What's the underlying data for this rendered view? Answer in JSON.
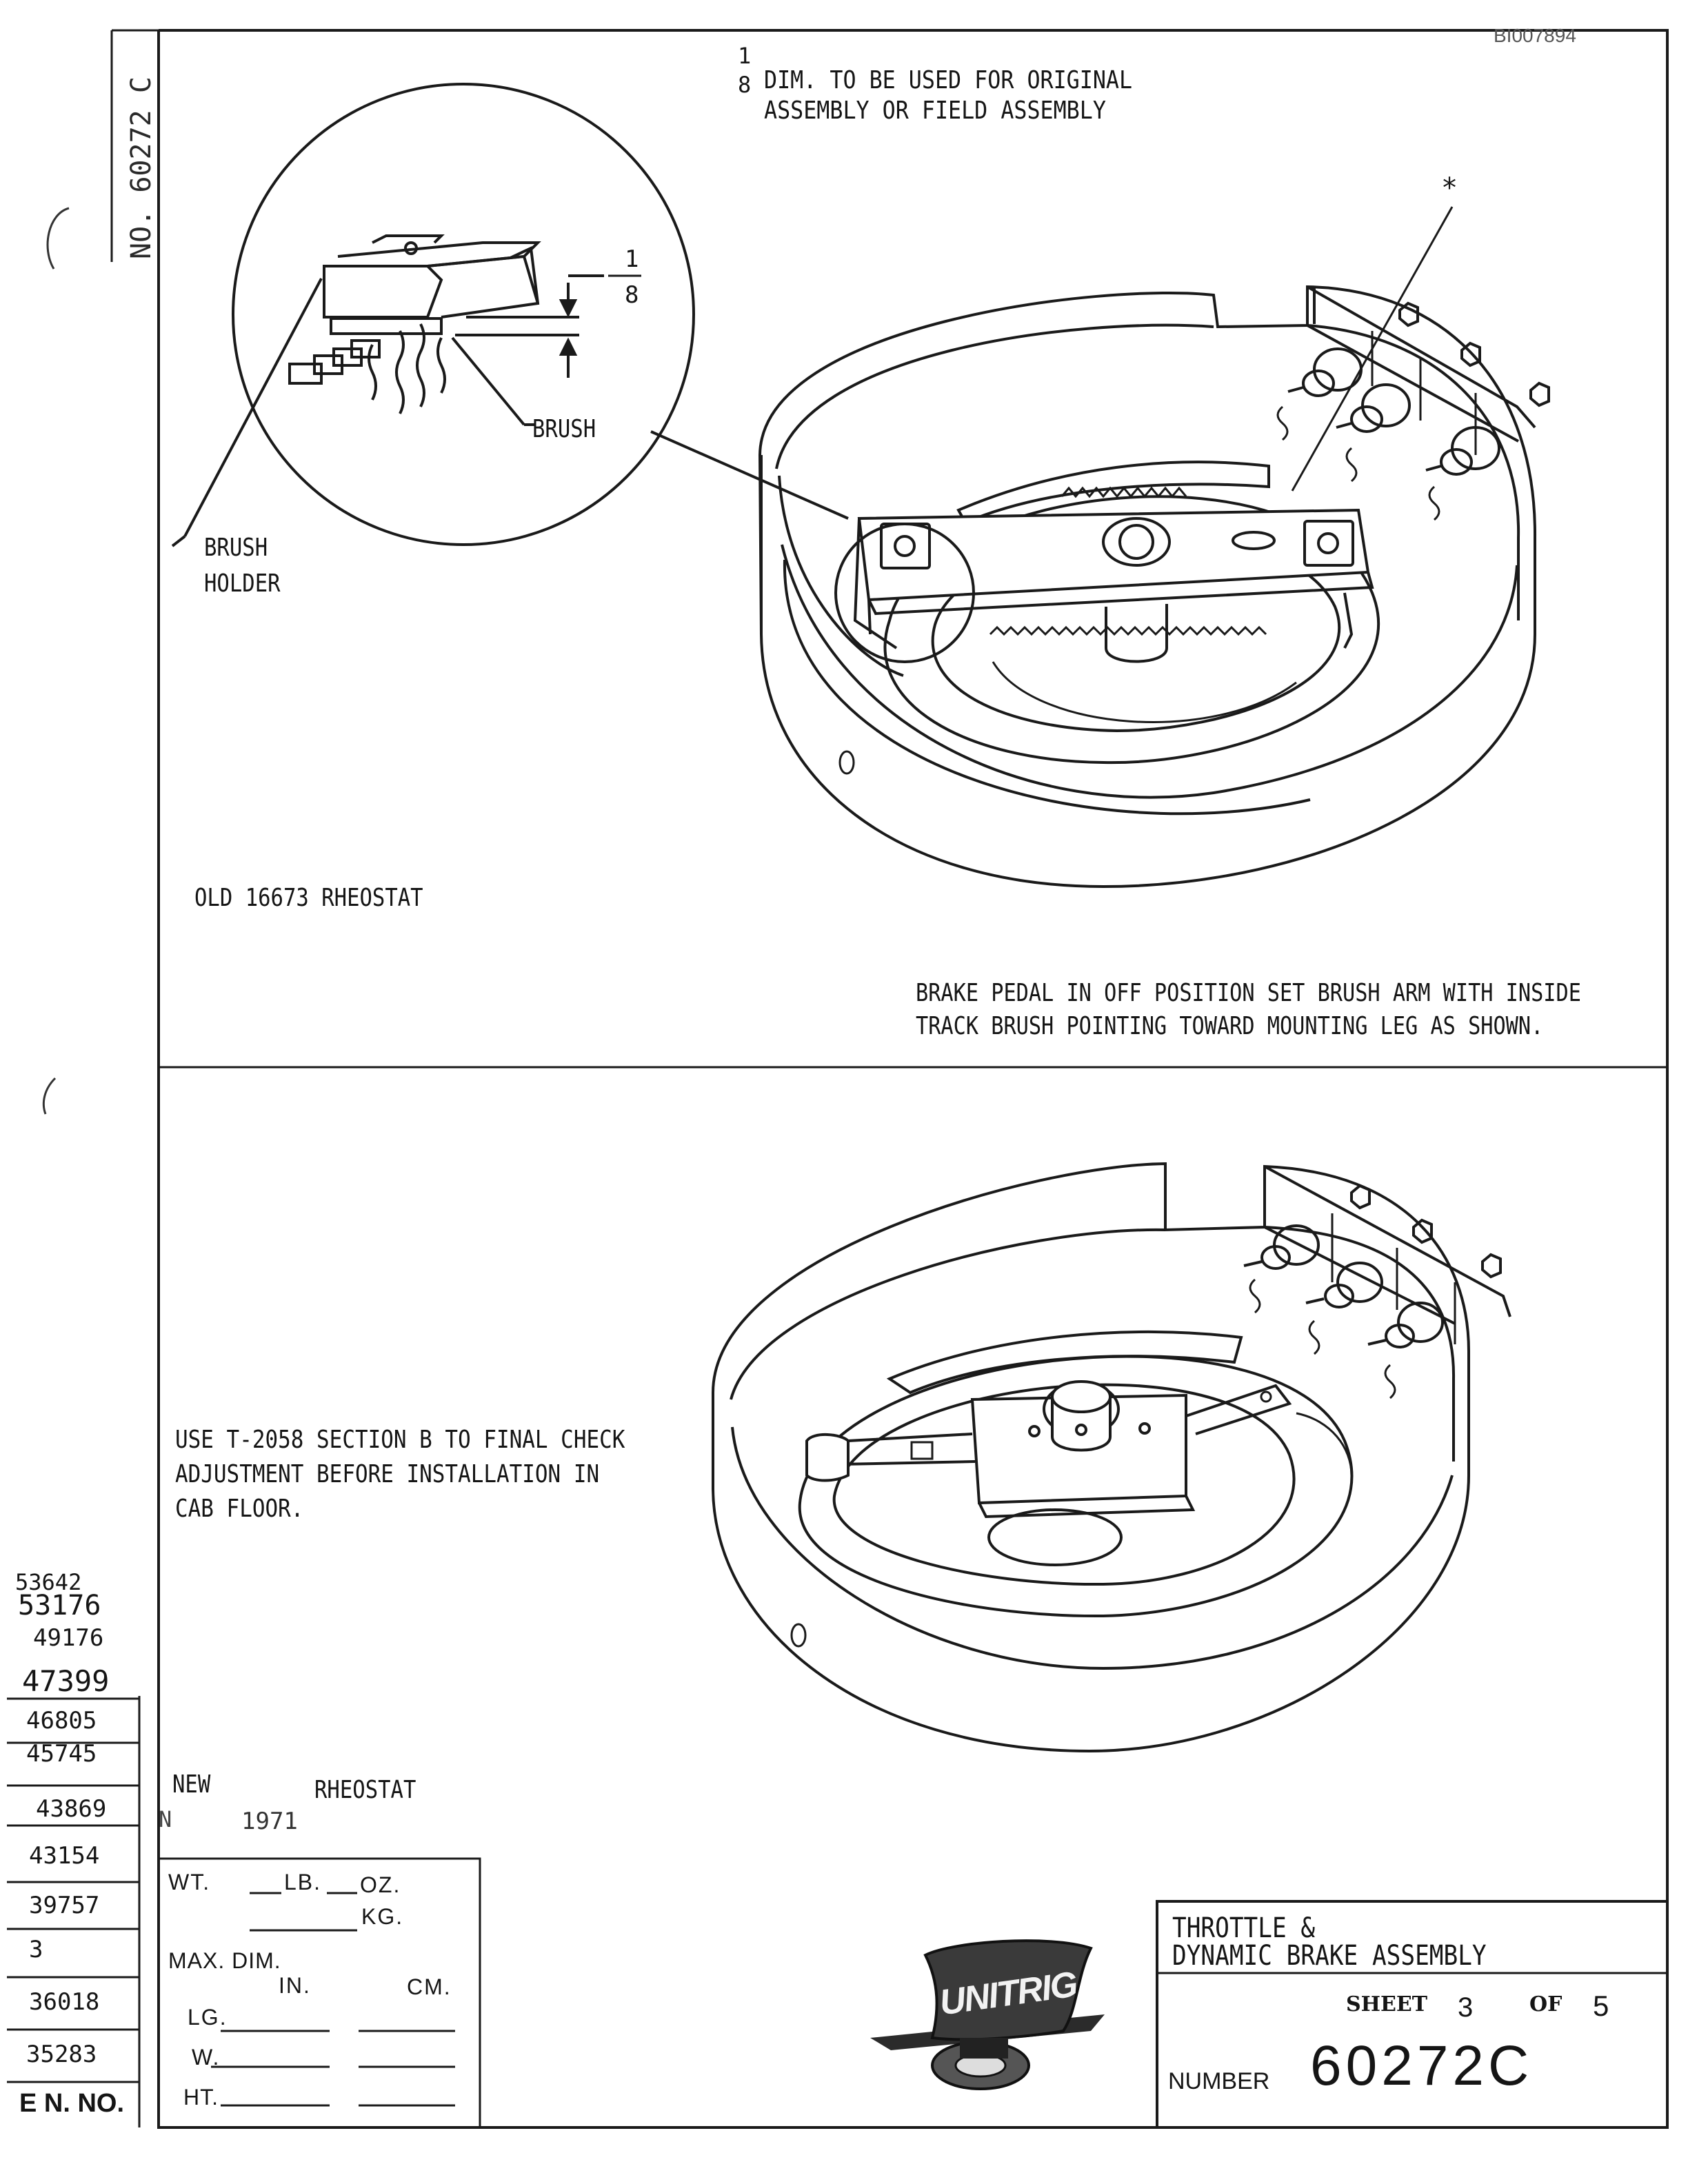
{
  "doc_id": "BI007894",
  "spine_number": "NO. 60272 C",
  "top_note": {
    "fraction_num": "1",
    "fraction_den": "8",
    "line1": "DIM. TO BE USED FOR ORIGINAL",
    "line2": "ASSEMBLY OR FIELD ASSEMBLY"
  },
  "detail": {
    "frac_num": "1",
    "frac_den": "8",
    "brush_label": "BRUSH",
    "holder_label_1": "BRUSH",
    "holder_label_2": "HOLDER"
  },
  "asterisk": "*",
  "old_label": "OLD 16673 RHEOSTAT",
  "instruction_1": "BRAKE PEDAL IN OFF POSITION SET BRUSH ARM WITH INSIDE",
  "instruction_2": "TRACK BRUSH POINTING TOWARD MOUNTING LEG AS SHOWN.",
  "check_note": {
    "line1": "USE T-2058 SECTION B TO FINAL CHECK",
    "line2": "ADJUSTMENT BEFORE INSTALLATION IN",
    "line3": "CAB FLOOR."
  },
  "new_label": "NEW",
  "rheostat_label": "RHEOSTAT",
  "new_date_a": "N",
  "new_date_b": "1971",
  "en_numbers": [
    "53642",
    "53176",
    "49176",
    "47399",
    "46805",
    "45745",
    "43869",
    "43154",
    "39757",
    "3",
    "36018",
    "35283"
  ],
  "en_header": "E N. NO.",
  "weight_box": {
    "wt": "WT.",
    "lb": "LB.",
    "oz": "OZ.",
    "kg": "KG.",
    "max_dim": "MAX. DIM.",
    "in": "IN.",
    "cm": "CM.",
    "lg": "LG.",
    "w": "W.",
    "ht": "HT."
  },
  "logo_text": "UNITRIG",
  "title_block": {
    "title_1": "THROTTLE &",
    "title_2": "DYNAMIC BRAKE ASSEMBLY",
    "sheet_label": "SHEET",
    "sheet_no": "3",
    "of_label": "OF",
    "sheet_total": "5",
    "number_label": "NUMBER",
    "number": "60272C"
  }
}
